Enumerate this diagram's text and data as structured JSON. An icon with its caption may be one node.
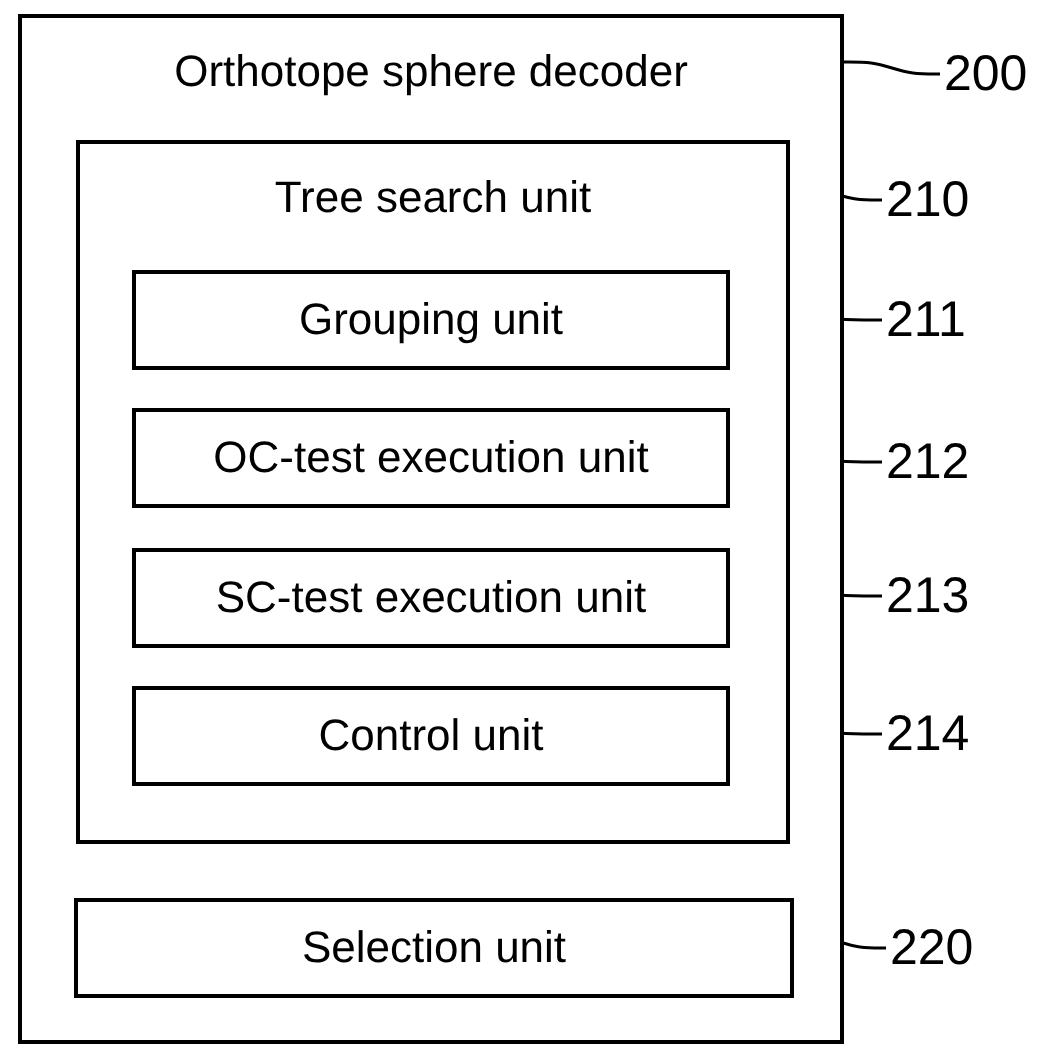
{
  "diagram": {
    "nodes": [
      {
        "text": [
          "Orthotope sphere decoder"
        ]
      },
      {
        "text": [
          "Tree search unit"
        ],
        "in": 0
      },
      {
        "text": [
          "Grouping unit"
        ],
        "in": 1
      },
      {
        "text": [
          "OC-test execution unit"
        ],
        "in": 1
      },
      {
        "text": [
          "SC-test execution unit"
        ],
        "in": 1
      },
      {
        "text": [
          "Control unit"
        ],
        "in": 1
      },
      {
        "text": [
          "Selection unit"
        ],
        "in": 0
      },
      {
        "text": [
          "200"
        ]
      },
      {
        "text": [
          "210"
        ]
      },
      {
        "text": [
          "211"
        ]
      },
      {
        "text": [
          "212"
        ]
      },
      {
        "text": [
          "213"
        ]
      },
      {
        "text": [
          "214"
        ]
      },
      {
        "text": [
          "220"
        ]
      }
    ],
    "edges": [
      {
        "from": 7,
        "to": 0,
        "arrow": "none"
      },
      {
        "from": 8,
        "to": 1,
        "arrow": "none"
      },
      {
        "from": 9,
        "to": 2,
        "arrow": "none"
      },
      {
        "from": 10,
        "to": 3,
        "arrow": "none"
      },
      {
        "from": 11,
        "to": 4,
        "arrow": "none"
      },
      {
        "from": 12,
        "to": 5,
        "arrow": "none"
      },
      {
        "from": 13,
        "to": 6,
        "arrow": "none"
      }
    ]
  }
}
